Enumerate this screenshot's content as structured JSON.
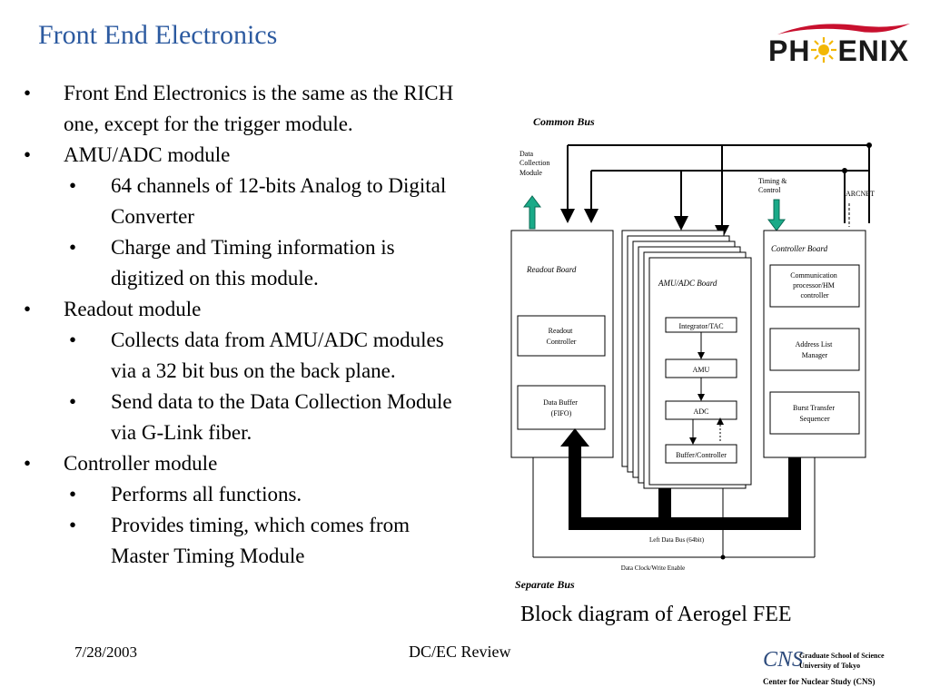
{
  "slide": {
    "title": "Front End Electronics",
    "logo_text_left": "PH",
    "logo_text_right": "ENIX",
    "bullets": [
      {
        "level": 1,
        "text": "Front End Electronics is the same as the RICH one, except for the trigger module."
      },
      {
        "level": 1,
        "text": "AMU/ADC module"
      },
      {
        "level": 2,
        "text": "64 channels of 12-bits Analog to Digital Converter"
      },
      {
        "level": 2,
        "text": "Charge and Timing information is digitized on this module."
      },
      {
        "level": 1,
        "text": "Readout module"
      },
      {
        "level": 2,
        "text": "Collects data from AMU/ADC modules via a 32 bit bus on the back plane."
      },
      {
        "level": 2,
        "text": "Send data to the Data Collection Module via G-Link fiber."
      },
      {
        "level": 1,
        "text": "Controller module"
      },
      {
        "level": 2,
        "text": "Performs all functions."
      },
      {
        "level": 2,
        "text": "Provides timing, which comes from Master Timing Module"
      }
    ],
    "caption": "Block diagram of Aerogel FEE",
    "footer": {
      "date": "7/28/2003",
      "center": "DC/EC Review",
      "institution_line1": "Graduate School of Science",
      "institution_line2": "University of Tokyo",
      "institution_line3": "Center for Nuclear Study (CNS)",
      "institution_logo": "CNS"
    }
  },
  "diagram": {
    "common_bus": "Common Bus",
    "separate_bus": "Separate Bus",
    "data_collection_module": [
      "Data",
      "Collection",
      "Module"
    ],
    "timing_control": [
      "Timing &",
      "Control"
    ],
    "arcnet": "ARCNET",
    "readout_board": "Readout Board",
    "readout_controller": [
      "Readout",
      "Controller"
    ],
    "data_buffer": [
      "Data Buffer",
      "(FIFO)"
    ],
    "amu_adc_board": "AMU/ADC Board",
    "integrator_tac": "Integrator/TAC",
    "amu": "AMU",
    "adc": "ADC",
    "buffer_controller": "Buffer/Controller",
    "controller_board": "Controller Board",
    "comm_processor": [
      "Communication",
      "processor/HM",
      "controller"
    ],
    "address_list_manager": [
      "Address List",
      "Manager"
    ],
    "burst_transfer_sequencer": [
      "Burst Transfer",
      "Sequencer"
    ],
    "left_data_bus": "Left Data Bus (64bit)",
    "data_clock": "Data Clock/Write Enable"
  }
}
